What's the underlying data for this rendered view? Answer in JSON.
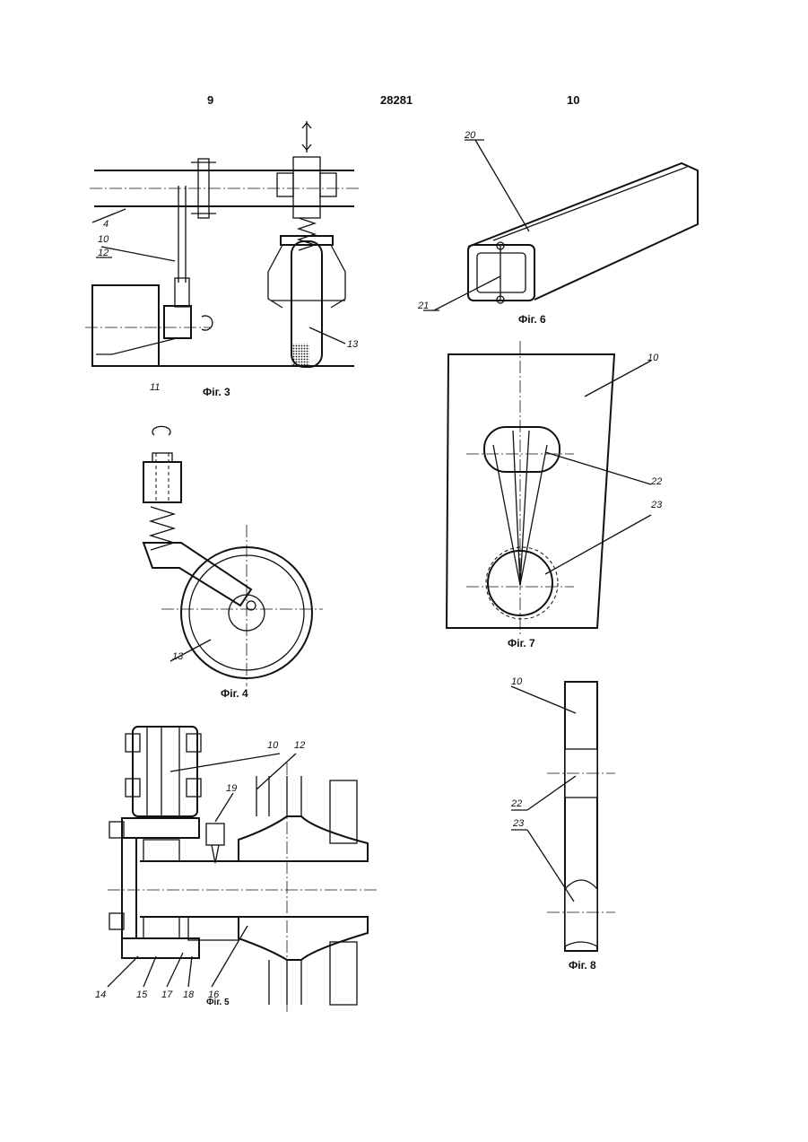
{
  "header": {
    "left_page": "9",
    "patent_number": "28281",
    "right_page": "10"
  },
  "figures": [
    {
      "id": "fig3",
      "caption": "Фіг. 3",
      "labels": [
        "4",
        "10",
        "12",
        "11",
        "13"
      ]
    },
    {
      "id": "fig4",
      "caption": "Фіг. 4",
      "labels": [
        "13"
      ]
    },
    {
      "id": "fig5",
      "caption": "Фіг. 5",
      "labels": [
        "10",
        "12",
        "19",
        "14",
        "15",
        "17",
        "18",
        "16"
      ]
    },
    {
      "id": "fig6",
      "caption": "Фіг. 6",
      "labels": [
        "20",
        "21"
      ]
    },
    {
      "id": "fig7",
      "caption": "Фіг. 7",
      "labels": [
        "10",
        "22",
        "23"
      ]
    },
    {
      "id": "fig8",
      "caption": "Фіг. 8",
      "labels": [
        "10",
        "22",
        "23"
      ]
    }
  ]
}
